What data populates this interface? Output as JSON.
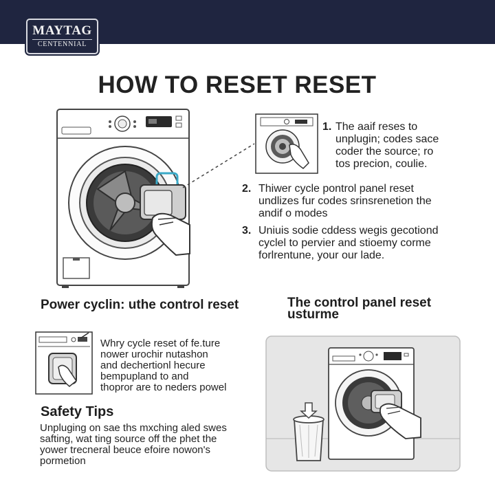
{
  "brand": {
    "line1": "MAYTAG",
    "line2": "CENTENNIAL"
  },
  "title": "HOW TO RESET RESET",
  "steps": [
    {
      "num": "1.",
      "lines": [
        "The aaif reses to",
        "unplugin; codes sace",
        "coder the source; ro",
        "tos precion, coulie."
      ]
    },
    {
      "num": "2.",
      "lines": [
        "Thiwer cycle pontrol panel reset",
        "undlizes fur codes srinsrenetion the",
        "andif o modes"
      ]
    },
    {
      "num": "3.",
      "lines": [
        "Uniuis sodie cddess wegis gecotiond",
        "cyclel to pervier and stioemy corme",
        "forlrentune, your our lade."
      ]
    }
  ],
  "section_left": {
    "heading": "Power cyclin: uthe control reset",
    "lines": [
      "Whry cycle reset of fe.ture",
      "nower urochir nutashon",
      "and dechertionl hecure",
      "bempupland to and",
      "thopror are to neders powel"
    ]
  },
  "section_right": {
    "heading_lines": [
      "The control panel reset",
      "usturme"
    ]
  },
  "safety": {
    "heading": "Safety Tips",
    "lines": [
      "Unpluging on sae ths mxching aled swes",
      "safting, wat ting source off the phet the",
      "yower trecneral beuce efoire nowon's",
      "pormetion"
    ]
  },
  "colors": {
    "header": "#1f2540",
    "text": "#1e1e1e",
    "accent": "#3aa9c7"
  }
}
